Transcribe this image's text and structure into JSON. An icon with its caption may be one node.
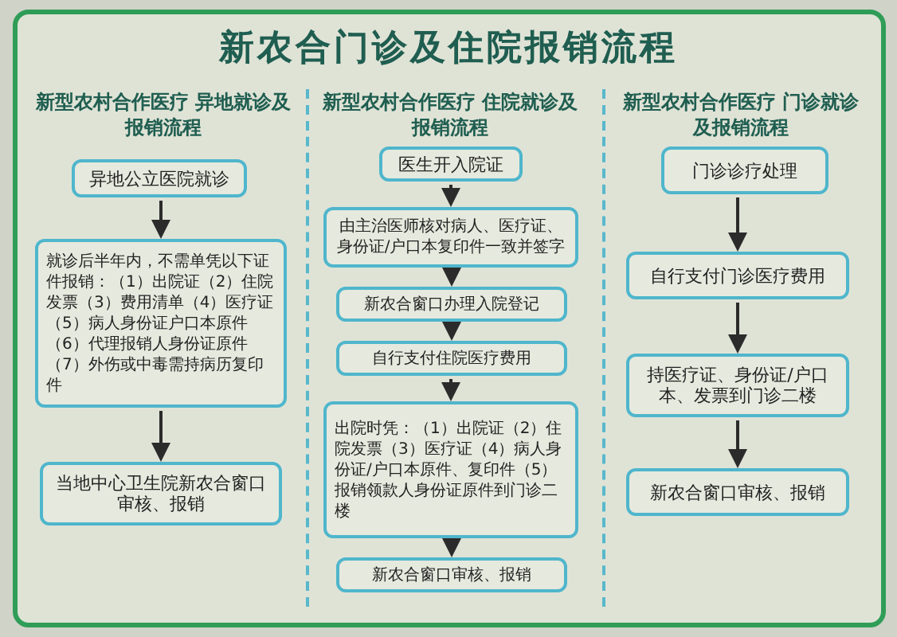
{
  "diagram": {
    "title": "新农合门诊及住院报销流程",
    "nodes": [
      {
        "text": [
          "异地公立医院就诊"
        ]
      },
      {
        "text": [
          "就诊后半年内，不需单凭以下证件报销：（1）出院证（2）住院发票（3）费用清单（4）医疗证（5）病人身份证户口本原件（6）代理报销人身份证原件（7）外伤或中毒需持病历复印件"
        ]
      },
      {
        "text": [
          "当地中心卫生院新农合窗口审核、报销"
        ]
      },
      {
        "text": [
          "医生开入院证"
        ]
      },
      {
        "text": [
          "由主治医师核对病人、医疗证、身份证/户口本复印件一致并签字"
        ]
      },
      {
        "text": [
          "新农合窗口办理入院登记"
        ]
      },
      {
        "text": [
          "自行支付住院医疗费用"
        ]
      },
      {
        "text": [
          "出院时凭：（1）出院证（2）住院发票（3）医疗证（4）病人身份证/户口本原件、复印件（5）报销领款人身份证原件到门诊二楼"
        ]
      },
      {
        "text": [
          "新农合窗口审核、报销"
        ]
      },
      {
        "text": [
          "门诊诊疗处理"
        ]
      },
      {
        "text": [
          "自行支付门诊医疗费用"
        ]
      },
      {
        "text": [
          "持医疗证、身份证/户口本、发票到门诊二楼"
        ]
      },
      {
        "text": [
          "新农合窗口审核、报销"
        ]
      }
    ],
    "edges": [
      {
        "from": 0,
        "to": 1,
        "arrow": "to"
      },
      {
        "from": 1,
        "to": 2,
        "arrow": "to"
      },
      {
        "from": 3,
        "to": 4,
        "arrow": "to"
      },
      {
        "from": 4,
        "to": 5,
        "arrow": "to"
      },
      {
        "from": 5,
        "to": 6,
        "arrow": "to"
      },
      {
        "from": 6,
        "to": 7,
        "arrow": "to"
      },
      {
        "from": 7,
        "to": 8,
        "arrow": "to"
      },
      {
        "from": 9,
        "to": 10,
        "arrow": "to"
      },
      {
        "from": 10,
        "to": 11,
        "arrow": "to"
      },
      {
        "from": 11,
        "to": 12,
        "arrow": "to"
      }
    ],
    "labels": [
      "新型农村合作医疗 异地就诊及报销流程",
      "新型农村合作医疗 住院就诊及报销流程",
      "新型农村合作医疗 门诊就诊及报销流程"
    ]
  }
}
